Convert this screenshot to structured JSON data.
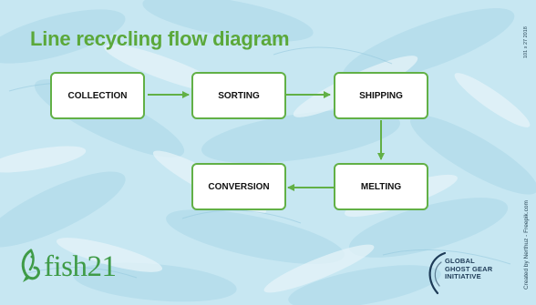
{
  "title": "Line recycling flow diagram",
  "nodes": {
    "collection": "COLLECTION",
    "sorting": "SORTING",
    "shipping": "SHIPPING",
    "melting": "MELTING",
    "conversion": "CONVERSION"
  },
  "credits": {
    "photo": "Created by Nerthuz - Freepik.com",
    "code": "101 x 27 2018"
  },
  "logos": {
    "fish21": "fish21",
    "gggi_line1": "GLOBAL",
    "gggi_line2": "GHOST GEAR",
    "gggi_line3": "INITIATIVE"
  },
  "colors": {
    "accent_green": "#62b046",
    "title_green": "#5ba83a",
    "background_blue": "#c6e6f1",
    "navy": "#1d3a56"
  }
}
